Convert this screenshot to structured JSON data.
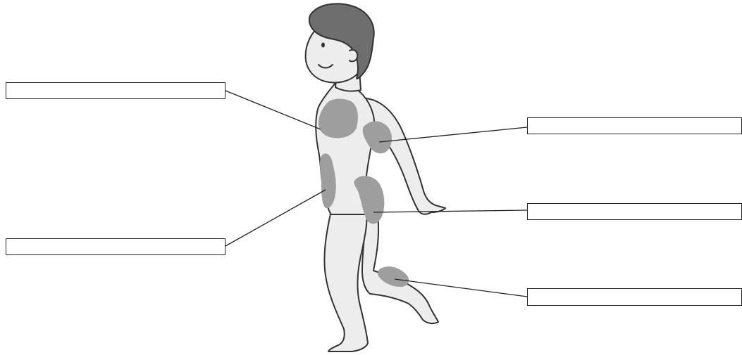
{
  "diagram": {
    "colors": {
      "body": "#ededed",
      "outline": "#333333",
      "muscle": "#9e9e9e",
      "hair": "#6e6e6e",
      "leader": "#222222"
    },
    "labels": [
      {
        "id": "chest",
        "text": ""
      },
      {
        "id": "upper-arm",
        "text": ""
      },
      {
        "id": "thigh-back",
        "text": ""
      },
      {
        "id": "abdomen-side",
        "text": ""
      },
      {
        "id": "calf",
        "text": ""
      }
    ]
  }
}
